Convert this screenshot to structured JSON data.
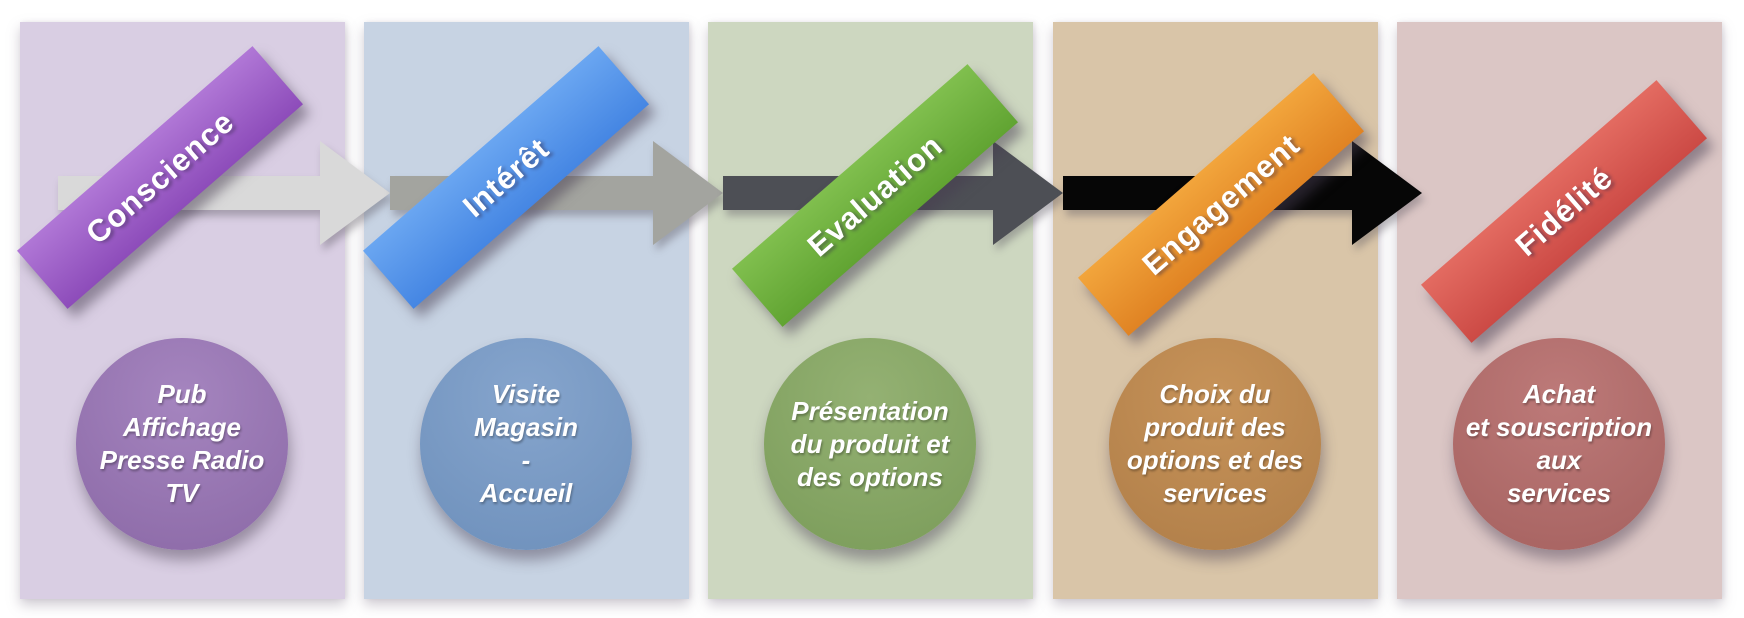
{
  "stages": [
    {
      "ribbon_label": "Conscience",
      "circle_lines": [
        "Pub",
        "Affichage",
        "Presse Radio",
        "TV"
      ],
      "colors": {
        "column_bg": "#d9cee3",
        "ribbon_light": "#b077d6",
        "ribbon_dark": "#8d4cba",
        "circle_light": "#a585bf",
        "circle_dark": "#8e6ca9"
      }
    },
    {
      "ribbon_label": "Intérêt",
      "circle_lines": [
        "Visite",
        "Magasin",
        "-",
        "Accueil"
      ],
      "colors": {
        "column_bg": "#c7d3e3",
        "ribbon_light": "#6aa6f1",
        "ribbon_dark": "#4586e3",
        "circle_light": "#86a5cd",
        "circle_dark": "#7092bd"
      }
    },
    {
      "ribbon_label": "Evaluation",
      "circle_lines": [
        "Présentation",
        "du produit et",
        "des options"
      ],
      "colors": {
        "column_bg": "#cdd7c0",
        "ribbon_light": "#80bf4e",
        "ribbon_dark": "#61a432",
        "circle_light": "#94b173",
        "circle_dark": "#7d9e5c"
      }
    },
    {
      "ribbon_label": "Engagement",
      "circle_lines": [
        "Choix du",
        "produit des",
        "options et des",
        "services"
      ],
      "colors": {
        "column_bg": "#d9c5a8",
        "ribbon_light": "#f2a53c",
        "ribbon_dark": "#e08323",
        "circle_light": "#c79359",
        "circle_dark": "#b2804a"
      }
    },
    {
      "ribbon_label": "Fidélité",
      "circle_lines": [
        "Achat",
        "et souscription",
        "aux",
        "services"
      ],
      "colors": {
        "column_bg": "#dbc6c5",
        "ribbon_light": "#e36b61",
        "ribbon_dark": "#cc4a45",
        "circle_light": "#bd7a79",
        "circle_dark": "#a86462"
      }
    }
  ],
  "arrows": [
    {
      "name": "flow-arrow-1",
      "color": "#d9d9d9"
    },
    {
      "name": "flow-arrow-2",
      "color": "#a3a49f"
    },
    {
      "name": "flow-arrow-3",
      "color": "#4d4f55"
    },
    {
      "name": "flow-arrow-4",
      "color": "#060606"
    }
  ]
}
